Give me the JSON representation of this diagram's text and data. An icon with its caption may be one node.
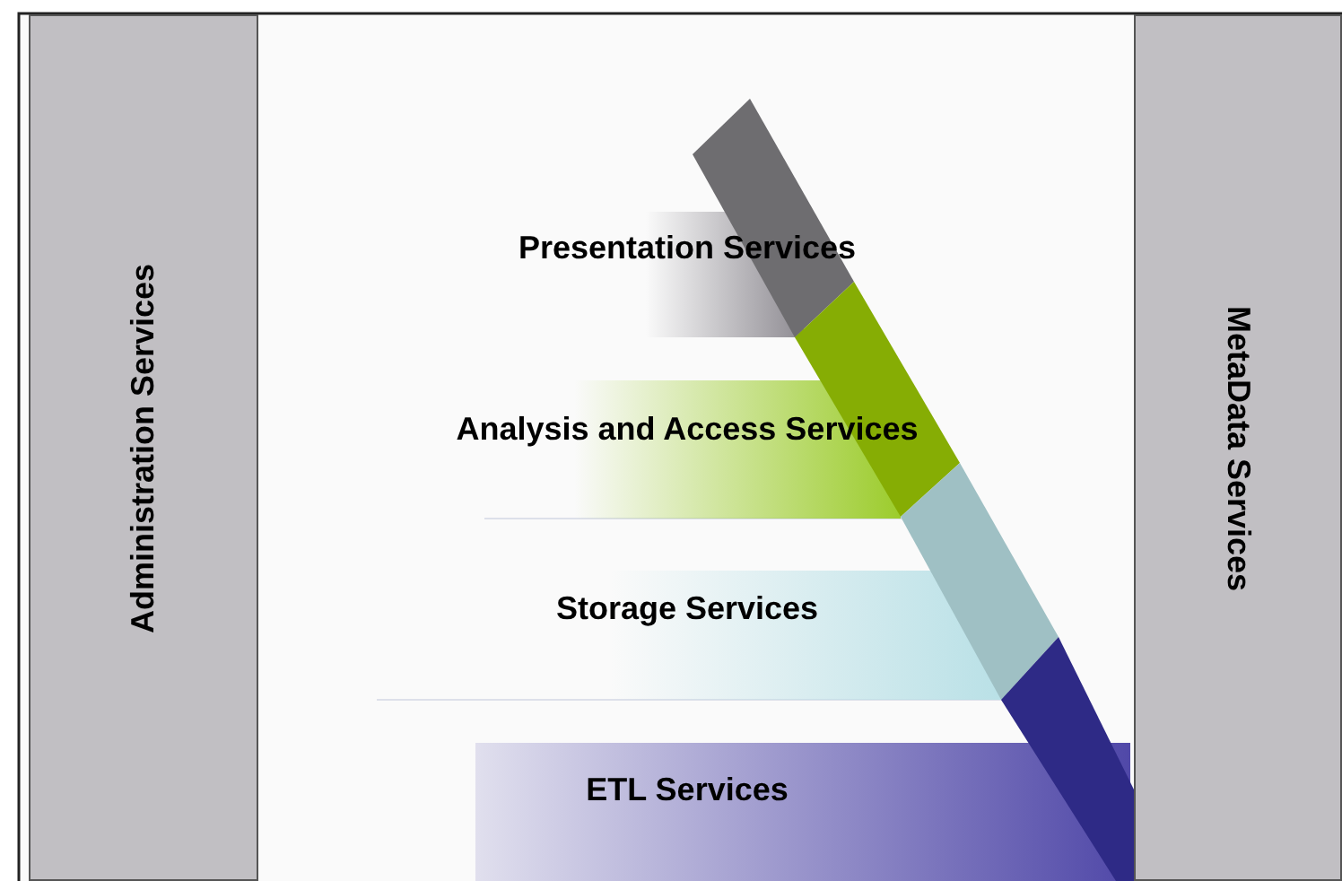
{
  "diagram": {
    "nodes": [
      {
        "text": [
          "Administration Services"
        ]
      },
      {
        "text": [
          "Presentation Services"
        ]
      },
      {
        "text": [
          "Analysis and Access Services"
        ]
      },
      {
        "text": [
          "Storage Services"
        ]
      },
      {
        "text": [
          "ETL Services"
        ]
      },
      {
        "text": [
          "MetaData Services"
        ]
      }
    ]
  }
}
